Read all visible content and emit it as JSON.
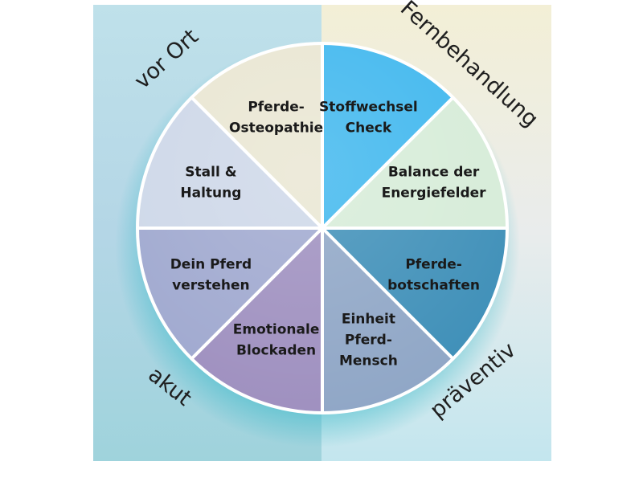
{
  "diagram": {
    "segments": [
      {
        "lines": [
          "Stoffwechsel",
          "Check"
        ],
        "color": "#3fb7ee"
      },
      {
        "lines": [
          "Balance der",
          "Energiefelder"
        ],
        "color": "#d6ecd8"
      },
      {
        "lines": [
          "Pferde-",
          "botschaften"
        ],
        "color": "#3e8fb8"
      },
      {
        "lines": [
          "Einheit",
          "Pferd-",
          "Mensch"
        ],
        "color": "#8fa6c6"
      },
      {
        "lines": [
          "Emotionale",
          "Blockaden"
        ],
        "color": "#9e8fbf"
      },
      {
        "lines": [
          "Dein Pferd",
          "verstehen"
        ],
        "color": "#9fa8cf"
      },
      {
        "lines": [
          "Stall &",
          "Haltung"
        ],
        "color": "#cdd7e8"
      },
      {
        "lines": [
          "Pferde-",
          "Osteopathie"
        ],
        "color": "#e9e6d2"
      }
    ],
    "corners": {
      "top_left": "vor Ort",
      "top_right": "Fernbehandlung",
      "bottom_left": "akut",
      "bottom_right": "präventiv"
    }
  }
}
